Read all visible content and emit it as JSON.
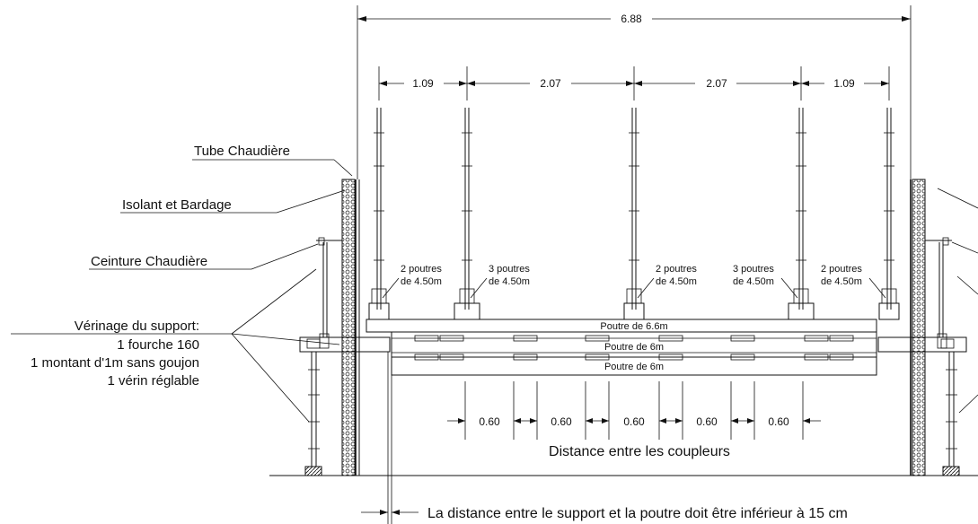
{
  "top_dimension": "6.88",
  "post_spacing": [
    "1.09",
    "2.07",
    "2.07",
    "1.09"
  ],
  "labels": {
    "tube": "Tube Chaudière",
    "insulation": "Isolant et Bardage",
    "belt": "Ceinture Chaudière",
    "shoring_title": "Vérinage du support:",
    "shoring_line1": "1 fourche 160",
    "shoring_line2": "1 montant d'1m sans goujon",
    "shoring_line3": "1 vérin réglable"
  },
  "beam_groups": [
    {
      "line1": "2 poutres",
      "line2": "de 4.50m"
    },
    {
      "line1": "3 poutres",
      "line2": "de 4.50m"
    },
    {
      "line1": "2 poutres",
      "line2": "de 4.50m"
    },
    {
      "line1": "3 poutres",
      "line2": "de 4.50m"
    },
    {
      "line1": "2 poutres",
      "line2": "de 4.50m"
    }
  ],
  "beams": [
    "Poutre de 6.6m",
    "Poutre de 6m",
    "Poutre de 6m"
  ],
  "coupler_spacing": [
    "0.60",
    "0.60",
    "0.60",
    "0.60",
    "0.60"
  ],
  "coupler_caption": "Distance entre les coupleurs",
  "bottom_note": "La distance entre le support et la poutre doit être inférieur à 15 cm"
}
